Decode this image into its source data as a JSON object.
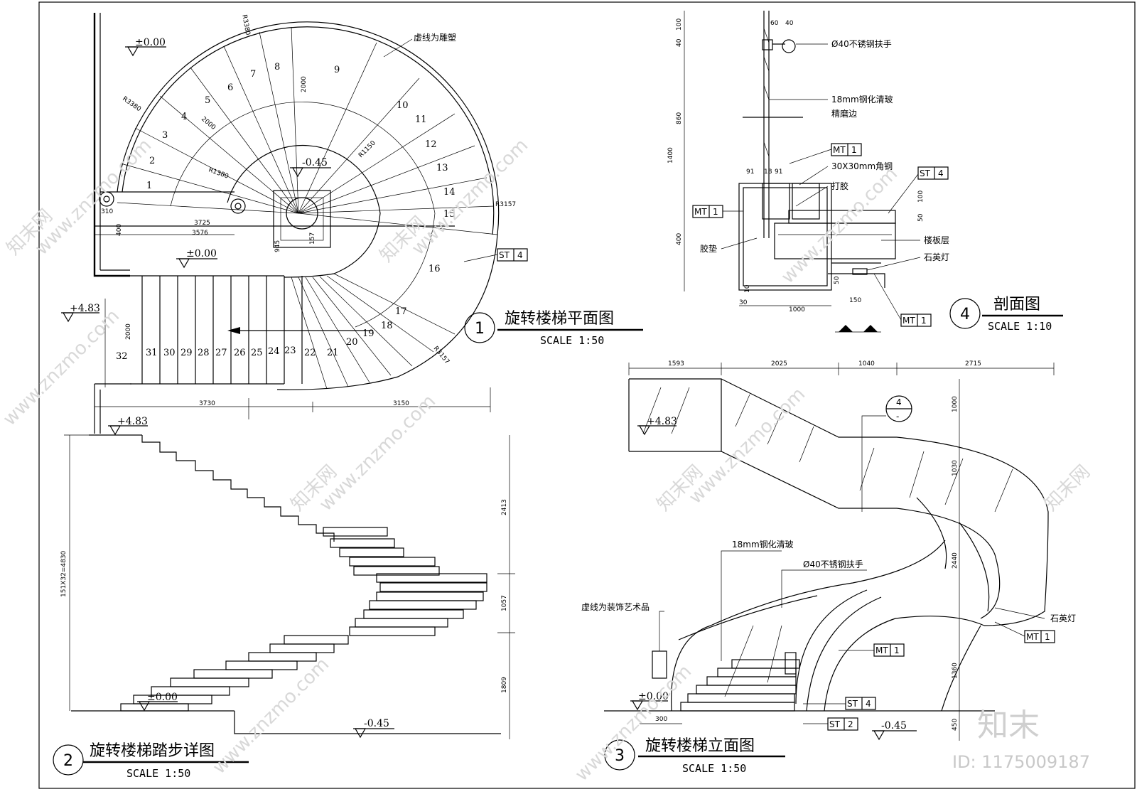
{
  "drawing_1": {
    "title": "旋转楼梯平面图",
    "scale": "SCALE 1:50",
    "number": "1",
    "levels": [
      "±0.00",
      "-0.45",
      "±0.00",
      "+4.83"
    ],
    "note": "虚线为雕塑",
    "material_tag": "ST",
    "material_no": "4",
    "dims": [
      "R3380",
      "R3380",
      "2000",
      "2000",
      "R1150",
      "R1380",
      "R3157",
      "R3157",
      "3725",
      "3576",
      "400",
      "310",
      "945",
      "157",
      "2000",
      "3730",
      "3150"
    ],
    "steps_upper": [
      "1",
      "2",
      "3",
      "4",
      "5",
      "6",
      "7",
      "8",
      "9",
      "10",
      "11",
      "12",
      "13",
      "14",
      "15",
      "16",
      "17",
      "18",
      "19",
      "20"
    ],
    "steps_lower": [
      "21",
      "22",
      "23",
      "24",
      "25",
      "26",
      "27",
      "28",
      "29",
      "30",
      "31",
      "32"
    ]
  },
  "drawing_2": {
    "title": "旋转楼梯踏步详图",
    "scale": "SCALE 1:50",
    "number": "2",
    "levels": [
      "+4.83",
      "±0.00",
      "-0.45"
    ],
    "dims": [
      "151X32=4830",
      "2413",
      "1057",
      "1809"
    ]
  },
  "drawing_3": {
    "title": "旋转楼梯立面图",
    "scale": "SCALE 1:50",
    "number": "3",
    "levels": [
      "+4.83",
      "±0.00",
      "-0.45"
    ],
    "top_dims": [
      "1593",
      "2025",
      "1040",
      "2715"
    ],
    "right_dims": [
      "1000",
      "1030",
      "2440",
      "1360",
      "450"
    ],
    "bottom_dims": [
      "300"
    ],
    "notes": [
      "18mm钢化清玻",
      "Ø40不锈钢扶手",
      "虚线为装饰艺术品",
      "石英灯"
    ],
    "tags": [
      {
        "code": "MT",
        "no": "1"
      },
      {
        "code": "MT",
        "no": "1"
      },
      {
        "code": "ST",
        "no": "4"
      },
      {
        "code": "ST",
        "no": "2"
      }
    ],
    "detail_ref": {
      "top": "4",
      "bottom": "-"
    }
  },
  "drawing_4": {
    "title": "剖面图",
    "scale": "SCALE 1:10",
    "number": "4",
    "notes": [
      "Ø40不锈钢扶手",
      "18mm钢化清玻",
      "精磨边",
      "30X30mm角钢",
      "打胶",
      "楼板层",
      "石英灯",
      "胶垫"
    ],
    "tags": [
      {
        "code": "MT",
        "no": "1"
      },
      {
        "code": "MT",
        "no": "1"
      },
      {
        "code": "ST",
        "no": "4"
      },
      {
        "code": "MT",
        "no": "1"
      }
    ],
    "dims": [
      "60",
      "40",
      "100",
      "40",
      "860",
      "1400",
      "400",
      "91",
      "18",
      "91",
      "100",
      "50",
      "30",
      "1000",
      "50",
      "150",
      "10"
    ]
  },
  "watermark": {
    "text": "www.znzmo.com",
    "brand": "知末网",
    "logo": "知末",
    "id": "ID: 1175009187"
  }
}
